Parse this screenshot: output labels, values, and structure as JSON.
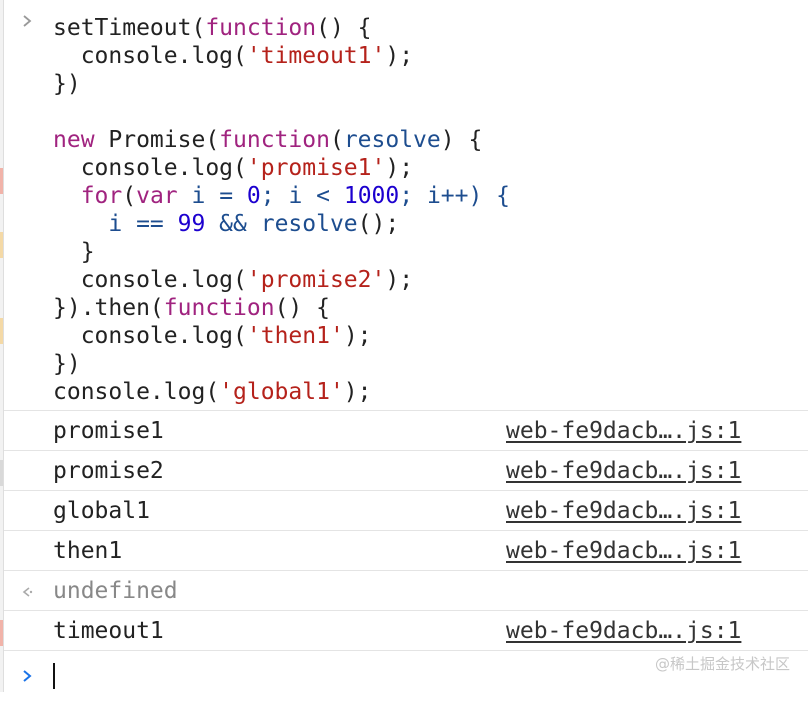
{
  "console": {
    "input_code": [
      [
        {
          "t": "setTimeout(",
          "c": ""
        },
        {
          "t": "function",
          "c": "kw"
        },
        {
          "t": "() {",
          "c": ""
        }
      ],
      [
        {
          "t": "  console.log(",
          "c": ""
        },
        {
          "t": "'timeout1'",
          "c": "str"
        },
        {
          "t": ");",
          "c": ""
        }
      ],
      [
        {
          "t": "})",
          "c": ""
        }
      ],
      [],
      [
        {
          "t": "new ",
          "c": "kw"
        },
        {
          "t": "Promise(",
          "c": ""
        },
        {
          "t": "function",
          "c": "kw"
        },
        {
          "t": "(",
          "c": ""
        },
        {
          "t": "resolve",
          "c": "var"
        },
        {
          "t": ") {",
          "c": ""
        }
      ],
      [
        {
          "t": "  console.log(",
          "c": ""
        },
        {
          "t": "'promise1'",
          "c": "str"
        },
        {
          "t": ");",
          "c": ""
        }
      ],
      [
        {
          "t": "  ",
          "c": ""
        },
        {
          "t": "for",
          "c": "kw"
        },
        {
          "t": "(",
          "c": ""
        },
        {
          "t": "var",
          "c": "kw"
        },
        {
          "t": " i = ",
          "c": "var"
        },
        {
          "t": "0",
          "c": "num"
        },
        {
          "t": "; i < ",
          "c": "var"
        },
        {
          "t": "1000",
          "c": "num"
        },
        {
          "t": "; i++) {",
          "c": "var"
        }
      ],
      [
        {
          "t": "    i == ",
          "c": "var"
        },
        {
          "t": "99",
          "c": "num"
        },
        {
          "t": " && ",
          "c": "var"
        },
        {
          "t": "resolve",
          "c": "var"
        },
        {
          "t": "();",
          "c": ""
        }
      ],
      [
        {
          "t": "  }",
          "c": ""
        }
      ],
      [
        {
          "t": "  console.log(",
          "c": ""
        },
        {
          "t": "'promise2'",
          "c": "str"
        },
        {
          "t": ");",
          "c": ""
        }
      ],
      [
        {
          "t": "}).then(",
          "c": ""
        },
        {
          "t": "function",
          "c": "kw"
        },
        {
          "t": "() {",
          "c": ""
        }
      ],
      [
        {
          "t": "  console.log(",
          "c": ""
        },
        {
          "t": "'then1'",
          "c": "str"
        },
        {
          "t": ");",
          "c": ""
        }
      ],
      [
        {
          "t": "})",
          "c": ""
        }
      ],
      [
        {
          "t": "console.log(",
          "c": ""
        },
        {
          "t": "'global1'",
          "c": "str"
        },
        {
          "t": ");",
          "c": ""
        }
      ]
    ],
    "logs": [
      {
        "text": "promise1",
        "source": "web-fe9dacb….js:1"
      },
      {
        "text": "promise2",
        "source": "web-fe9dacb….js:1"
      },
      {
        "text": "global1",
        "source": "web-fe9dacb….js:1"
      },
      {
        "text": "then1",
        "source": "web-fe9dacb….js:1"
      }
    ],
    "return_value": "undefined",
    "after_logs": [
      {
        "text": "timeout1",
        "source": "web-fe9dacb….js:1"
      }
    ],
    "watermark": "@稀土掘金技术社区"
  },
  "colors": {
    "keyword": "#a0237f",
    "string": "#b5221b",
    "number": "#1c00cf",
    "variable": "#1d4d8f",
    "prompt_blue": "#1a73e8",
    "gutter_marker": "#f1b3a9"
  },
  "icons": {
    "input_prompt": "chevron-right-icon",
    "return_marker": "return-arrow-icon",
    "active_prompt": "chevron-right-icon"
  }
}
